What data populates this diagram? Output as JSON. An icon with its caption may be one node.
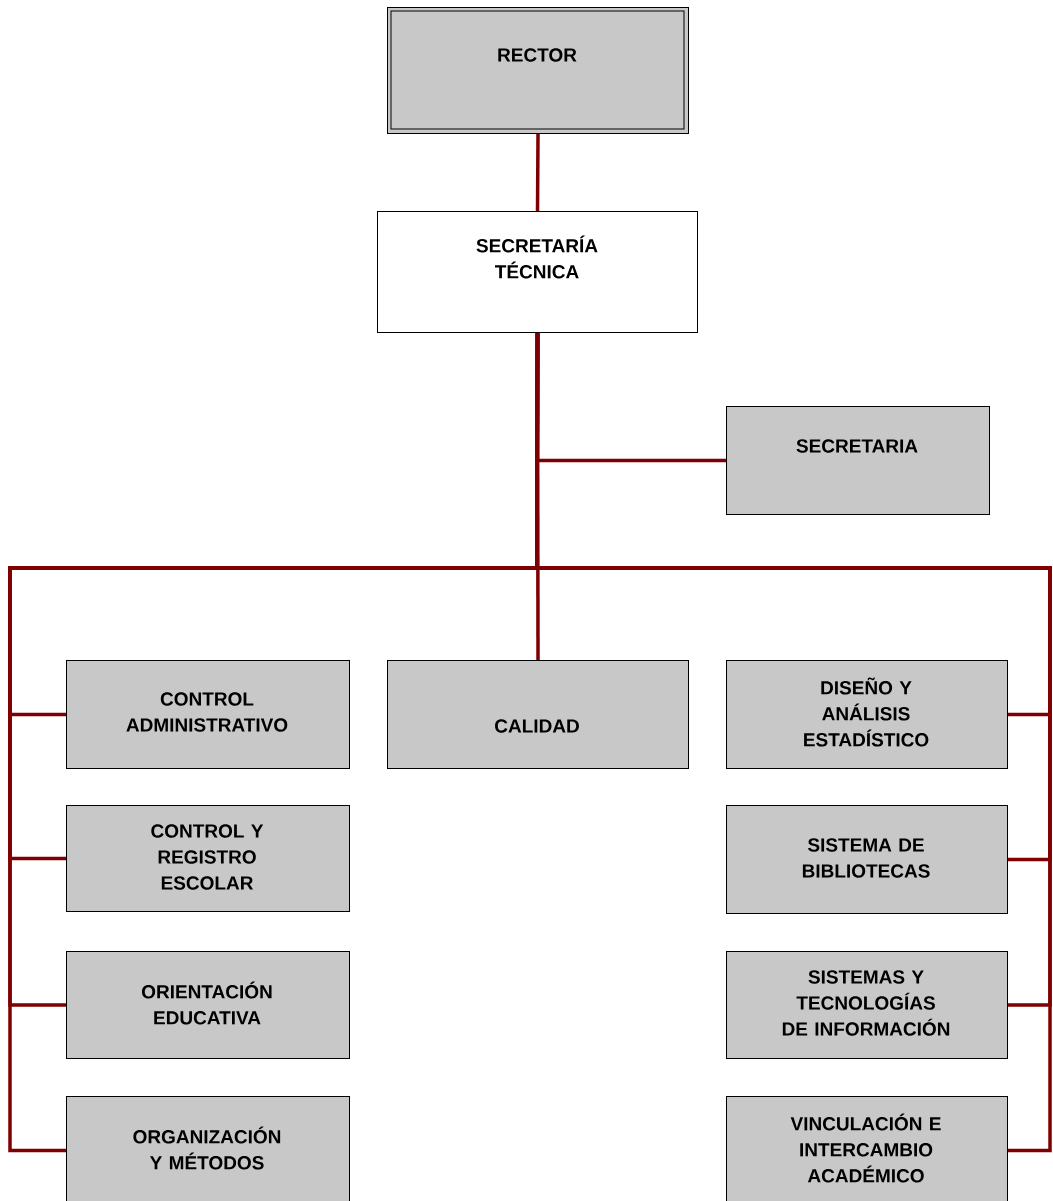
{
  "diagram": {
    "nodes": [
      {
        "text": [
          "RECTOR"
        ]
      },
      {
        "text": [
          "SECRETARÍA TÉCNICA"
        ]
      },
      {
        "text": [
          "SECRETARIA"
        ]
      },
      {
        "text": [
          "CONTROL ADMINISTRATIVO"
        ]
      },
      {
        "text": [
          "CALIDAD"
        ]
      },
      {
        "text": [
          "DISEÑO Y ANÁLISIS ESTADÍSTICO"
        ]
      },
      {
        "text": [
          "CONTROL Y REGISTRO ESCOLAR"
        ]
      },
      {
        "text": [
          "SISTEMA DE BIBLIOTECAS"
        ]
      },
      {
        "text": [
          "ORIENTACIÓN EDUCATIVA"
        ]
      },
      {
        "text": [
          "SISTEMAS Y TECNOLOGÍAS DE INFORMACIÓN"
        ]
      },
      {
        "text": [
          "ORGANIZACIÓN Y MÉTODOS"
        ]
      },
      {
        "text": [
          "VINCULACIÓN E INTERCAMBIO ACADÉMICO"
        ]
      }
    ],
    "edges": [
      {
        "from": 0,
        "to": 1,
        "arrow": "none"
      },
      {
        "from": 1,
        "to": 2,
        "arrow": "none"
      },
      {
        "from": 1,
        "to": 4,
        "arrow": "none"
      },
      {
        "from": 1,
        "to": 3,
        "arrow": "none"
      },
      {
        "from": 1,
        "to": 6,
        "arrow": "none"
      },
      {
        "from": 1,
        "to": 8,
        "arrow": "none"
      },
      {
        "from": 1,
        "to": 10,
        "arrow": "none"
      },
      {
        "from": 1,
        "to": 5,
        "arrow": "none"
      },
      {
        "from": 1,
        "to": 7,
        "arrow": "none"
      },
      {
        "from": 1,
        "to": 9,
        "arrow": "none"
      },
      {
        "from": 1,
        "to": 11,
        "arrow": "none"
      }
    ]
  }
}
